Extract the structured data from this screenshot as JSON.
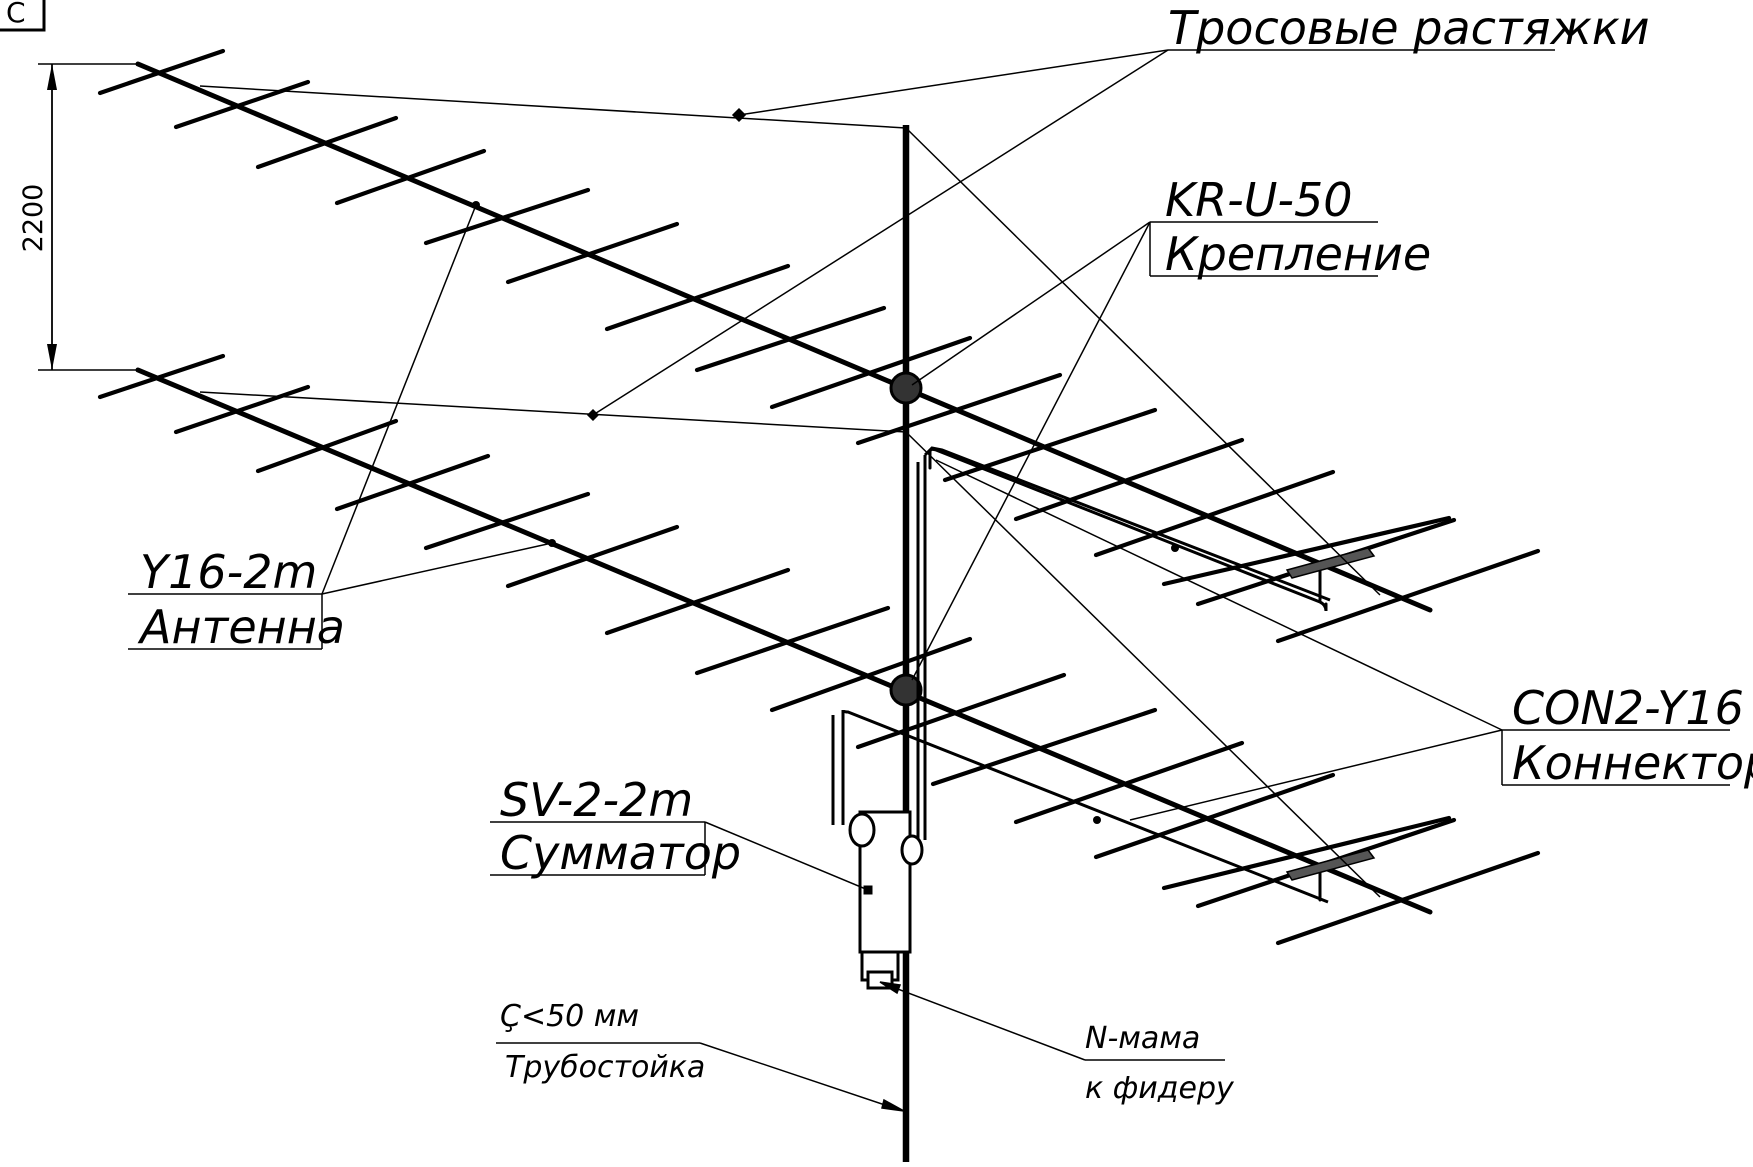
{
  "sheet_corner_mark": "C",
  "dimension": {
    "value": "2200"
  },
  "callouts": {
    "guy_wires": {
      "title": "Тросовые растяжки"
    },
    "mount": {
      "part_number": "KR-U-50",
      "title": "Крепление"
    },
    "antenna": {
      "part_number": "Y16-2m",
      "title": "Антенна"
    },
    "connector": {
      "part_number": "CON2-Y16",
      "title": "Коннектор"
    },
    "combiner": {
      "part_number": "SV-2-2m",
      "title": "Сумматор"
    },
    "mast": {
      "spec": "Ç<50 мм",
      "title": "Трубостойка"
    },
    "feeder_connector": {
      "type": "N-мама",
      "title": "к фидеру"
    }
  }
}
